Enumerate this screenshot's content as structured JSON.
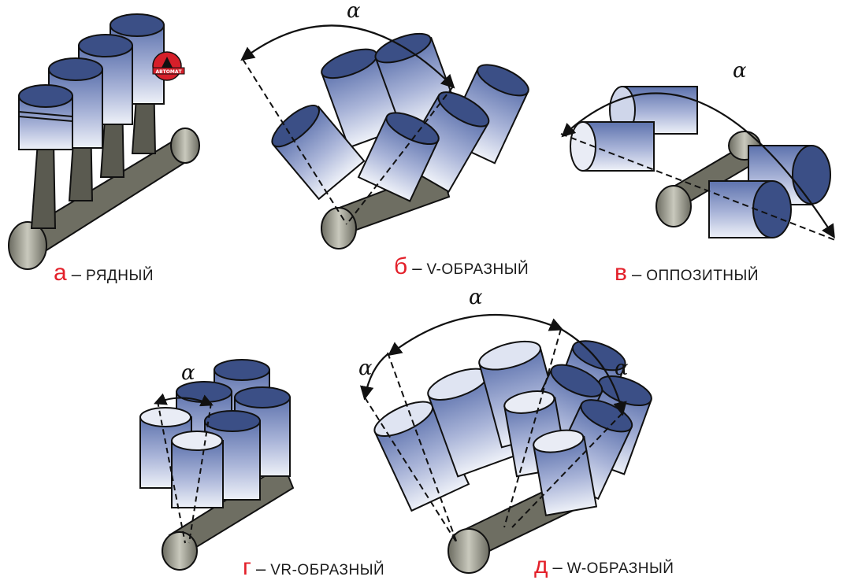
{
  "logo": {
    "icon": "drom-logo-icon",
    "text": "АВТОМАТ"
  },
  "colors": {
    "caption_letter": "#e3202a",
    "cylinder_top": "#3b4f86",
    "cylinder_side_dark": "#5d72ad",
    "cylinder_side_light": "#dfe4f2",
    "rod": "#5a5a50",
    "crank": "#9a9a8c"
  },
  "diagrams": [
    {
      "id": "a",
      "letter": "а",
      "dash": "–",
      "desc": "РЯДНЫЙ",
      "angle_labels": []
    },
    {
      "id": "b",
      "letter": "б",
      "dash": "–",
      "desc": "V-ОБРАЗНЫЙ",
      "angle_labels": [
        "α"
      ]
    },
    {
      "id": "v",
      "letter": "в",
      "dash": "–",
      "desc": "ОППОЗИТНЫЙ",
      "angle_labels": [
        "α"
      ]
    },
    {
      "id": "g",
      "letter": "г",
      "dash": "–",
      "desc": "VR-ОБРАЗНЫЙ",
      "angle_labels": [
        "α"
      ]
    },
    {
      "id": "d",
      "letter": "д",
      "dash": "–",
      "desc": "W-ОБРАЗНЫЙ",
      "angle_labels": [
        "α",
        "α",
        "α"
      ]
    }
  ]
}
